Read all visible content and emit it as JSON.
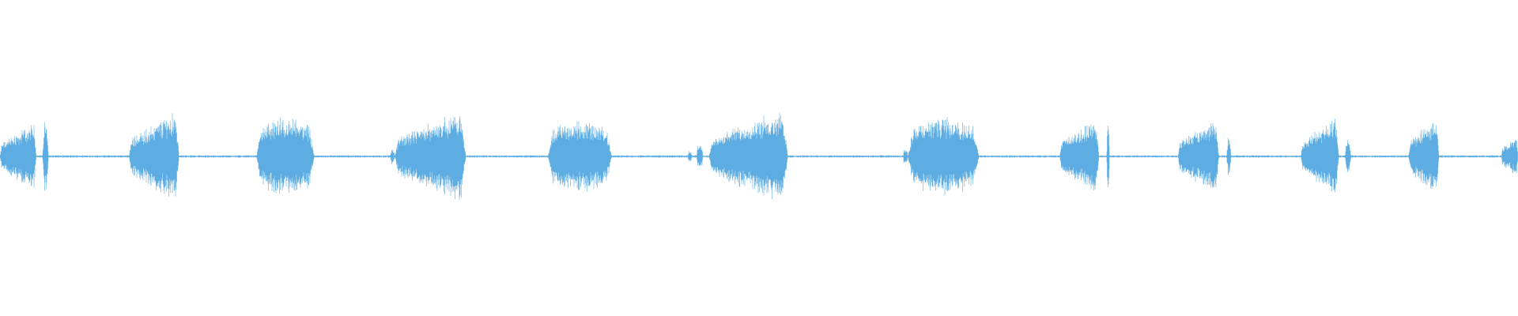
{
  "waveform": {
    "color": "#5DADE2",
    "style": "audio-amplitude",
    "duration_frac": [
      0,
      1
    ],
    "bursts": [
      {
        "start": 0.0,
        "end": 0.024,
        "peak": 0.2,
        "shape": "rise"
      },
      {
        "start": 0.028,
        "end": 0.032,
        "peak": 0.22,
        "shape": "spike"
      },
      {
        "start": 0.085,
        "end": 0.118,
        "peak": 0.27,
        "shape": "rise"
      },
      {
        "start": 0.169,
        "end": 0.207,
        "peak": 0.22,
        "shape": "flat"
      },
      {
        "start": 0.257,
        "end": 0.26,
        "peak": 0.05,
        "shape": "spike"
      },
      {
        "start": 0.26,
        "end": 0.307,
        "peak": 0.27,
        "shape": "rise"
      },
      {
        "start": 0.361,
        "end": 0.403,
        "peak": 0.2,
        "shape": "flat"
      },
      {
        "start": 0.453,
        "end": 0.456,
        "peak": 0.04,
        "shape": "spike"
      },
      {
        "start": 0.459,
        "end": 0.463,
        "peak": 0.07,
        "shape": "flat"
      },
      {
        "start": 0.467,
        "end": 0.519,
        "peak": 0.28,
        "shape": "rise"
      },
      {
        "start": 0.595,
        "end": 0.598,
        "peak": 0.05,
        "shape": "flat"
      },
      {
        "start": 0.598,
        "end": 0.645,
        "peak": 0.22,
        "shape": "flat"
      },
      {
        "start": 0.698,
        "end": 0.724,
        "peak": 0.22,
        "shape": "rise"
      },
      {
        "start": 0.729,
        "end": 0.731,
        "peak": 0.21,
        "shape": "spike"
      },
      {
        "start": 0.776,
        "end": 0.803,
        "peak": 0.22,
        "shape": "rise"
      },
      {
        "start": 0.808,
        "end": 0.811,
        "peak": 0.13,
        "shape": "spike"
      },
      {
        "start": 0.857,
        "end": 0.882,
        "peak": 0.24,
        "shape": "rise"
      },
      {
        "start": 0.886,
        "end": 0.89,
        "peak": 0.11,
        "shape": "spike"
      },
      {
        "start": 0.928,
        "end": 0.948,
        "peak": 0.24,
        "shape": "rise"
      },
      {
        "start": 0.989,
        "end": 1.0,
        "peak": 0.12,
        "shape": "rise"
      }
    ],
    "baseline_noise": 0.006
  }
}
